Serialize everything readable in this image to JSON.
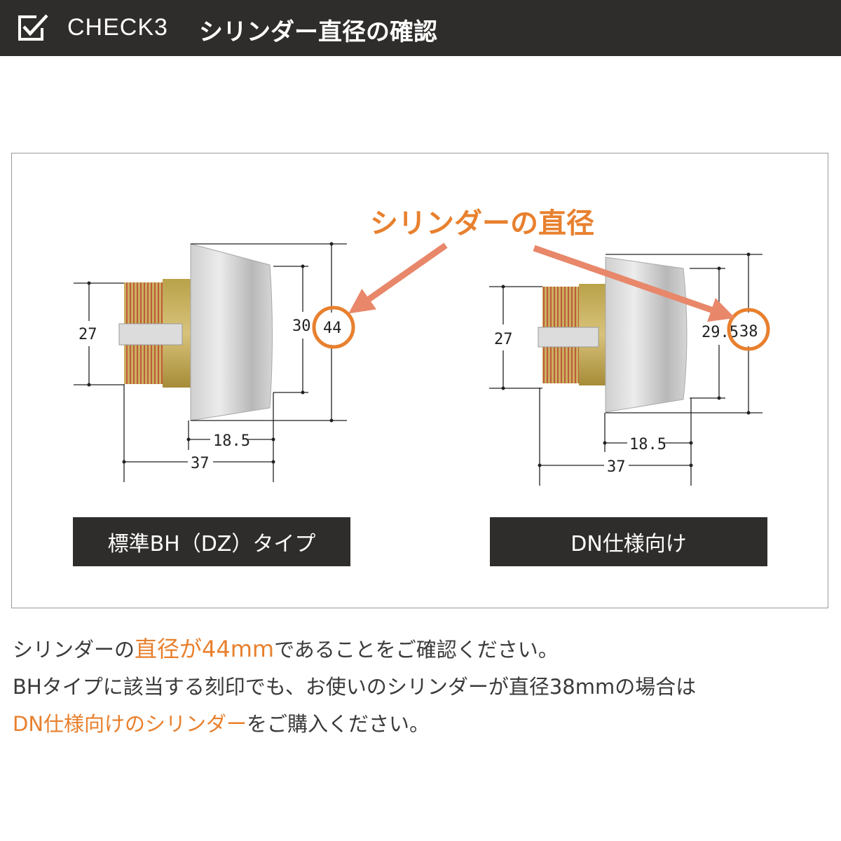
{
  "header": {
    "prefix": "CHECK3",
    "title": "シリンダー直径の確認",
    "icon": "check-square-icon"
  },
  "diagram": {
    "callout": "シリンダーの直径",
    "left": {
      "label": "標準BH（DZ）タイプ",
      "dims": {
        "height_27": "27",
        "inner_30": "30",
        "diameter": "44",
        "depth_18_5": "18.5",
        "length_37": "37"
      }
    },
    "right": {
      "label": "DN仕様向け",
      "dims": {
        "height_27": "27",
        "inner_29": "29.5",
        "diameter": "38",
        "depth_18_5": "18.5",
        "length_37": "37"
      }
    },
    "colors": {
      "accent": "#e8802e",
      "header_bg": "#2f2d2b",
      "arrow": "#e8876a"
    }
  },
  "description": {
    "line1_pre": "シリンダーの",
    "line1_hl": "直径が44mm",
    "line1_post": "であることをご確認ください。",
    "line2": "BHタイプに該当する刻印でも、お使いのシリンダーが直径38mmの場合は",
    "line3_hl": "DN仕様向けのシリンダー",
    "line3_post": "をご購入ください。"
  }
}
